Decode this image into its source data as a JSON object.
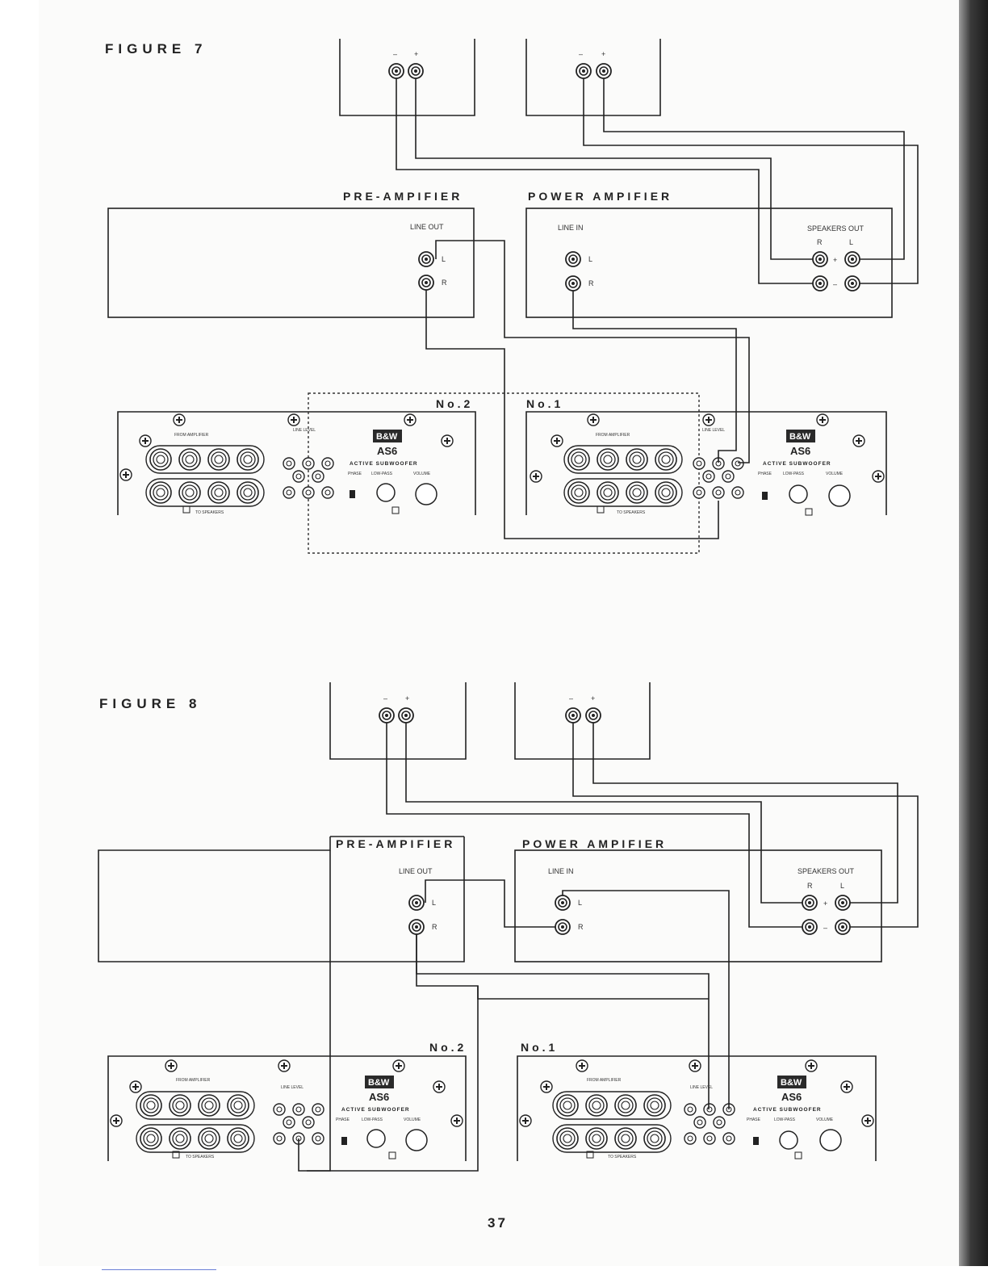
{
  "page_number": "37",
  "figures": [
    {
      "label": "FIGURE 7",
      "speaker_terminals": {
        "minus": "–",
        "plus": "+"
      },
      "pre_amp": {
        "title": "PRE-AMPIFIER",
        "line_out": "LINE OUT",
        "l": "L",
        "r": "R"
      },
      "power_amp": {
        "title": "POWER AMPIFIER",
        "line_in": "LINE IN",
        "l": "L",
        "r": "R",
        "speakers_out": "SPEAKERS OUT",
        "sp_r": "R",
        "sp_l": "L",
        "plus": "+",
        "minus": "–"
      },
      "units": [
        {
          "label": "No.2",
          "brand": "B&W",
          "model": "AS6",
          "subtitle": "ACTIVE SUBWOOFER",
          "from_amplifier": "FROM AMPLIFIER",
          "to_speakers": "TO SPEAKERS",
          "line_level": "LINE LEVEL",
          "phase": "PHASE",
          "low_pass": "LOW-PASS",
          "volume": "VOLUME"
        },
        {
          "label": "No.1",
          "brand": "B&W",
          "model": "AS6",
          "subtitle": "ACTIVE SUBWOOFER",
          "from_amplifier": "FROM AMPLIFIER",
          "to_speakers": "TO SPEAKERS",
          "line_level": "LINE LEVEL",
          "phase": "PHASE",
          "low_pass": "LOW-PASS",
          "volume": "VOLUME"
        }
      ]
    },
    {
      "label": "FIGURE 8",
      "speaker_terminals": {
        "minus": "–",
        "plus": "+"
      },
      "pre_amp": {
        "title": "PRE-AMPIFIER",
        "line_out": "LINE OUT",
        "l": "L",
        "r": "R"
      },
      "power_amp": {
        "title": "POWER AMPIFIER",
        "line_in": "LINE IN",
        "l": "L",
        "r": "R",
        "speakers_out": "SPEAKERS OUT",
        "sp_r": "R",
        "sp_l": "L",
        "plus": "+",
        "minus": "–"
      },
      "units": [
        {
          "label": "No.2",
          "brand": "B&W",
          "model": "AS6",
          "subtitle": "ACTIVE SUBWOOFER",
          "from_amplifier": "FROM AMPLIFIER",
          "to_speakers": "TO SPEAKERS",
          "line_level": "LINE LEVEL",
          "phase": "PHASE",
          "low_pass": "LOW-PASS",
          "volume": "VOLUME"
        },
        {
          "label": "No.1",
          "brand": "B&W",
          "model": "AS6",
          "subtitle": "ACTIVE SUBWOOFER",
          "from_amplifier": "FROM AMPLIFIER",
          "to_speakers": "TO SPEAKERS",
          "line_level": "LINE LEVEL",
          "phase": "PHASE",
          "low_pass": "LOW-PASS",
          "volume": "VOLUME"
        }
      ]
    }
  ]
}
